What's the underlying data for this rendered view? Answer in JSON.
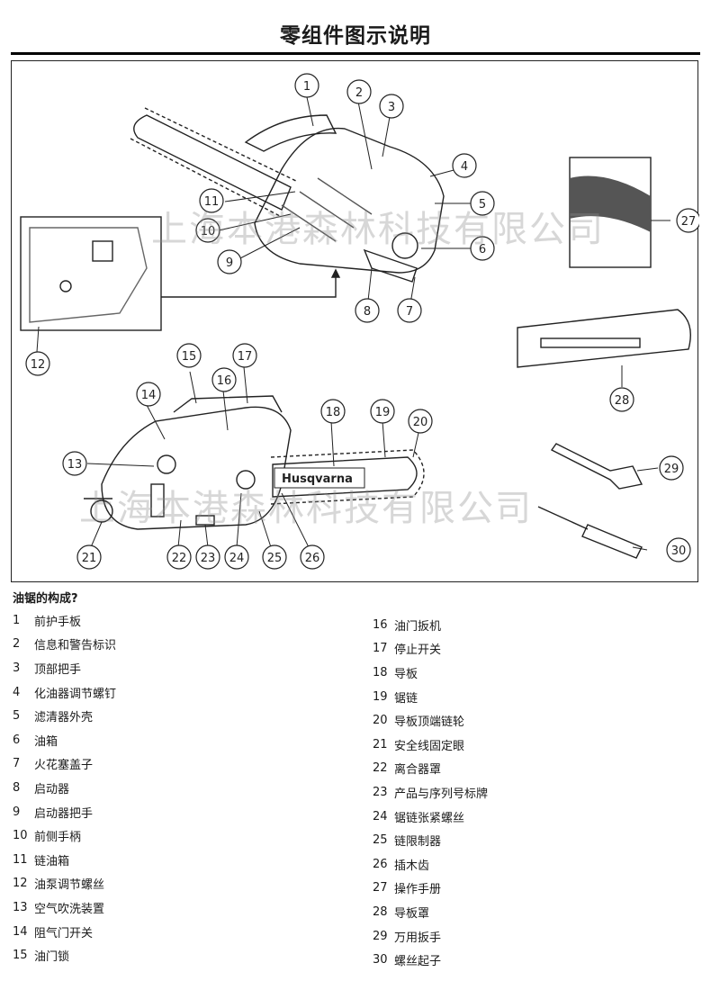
{
  "page": {
    "title": "零组件图示说明",
    "watermark": "上海本港森林科技有限公司"
  },
  "figure": {
    "callouts": [
      "1",
      "2",
      "3",
      "4",
      "5",
      "6",
      "7",
      "8",
      "9",
      "10",
      "11",
      "12",
      "13",
      "14",
      "15",
      "16",
      "17",
      "18",
      "19",
      "20",
      "21",
      "22",
      "23",
      "24",
      "25",
      "26",
      "27",
      "28",
      "29",
      "30"
    ],
    "brand_bar": "Husqvarna"
  },
  "parts": {
    "heading": "油锯的构成?",
    "left": [
      {
        "num": "1",
        "name": "前护手板"
      },
      {
        "num": "2",
        "name": "信息和警告标识"
      },
      {
        "num": "3",
        "name": "顶部把手"
      },
      {
        "num": "4",
        "name": "化油器调节螺钉"
      },
      {
        "num": "5",
        "name": "滤清器外壳"
      },
      {
        "num": "6",
        "name": "油箱"
      },
      {
        "num": "7",
        "name": "火花塞盖子"
      },
      {
        "num": "8",
        "name": "启动器"
      },
      {
        "num": "9",
        "name": "启动器把手"
      },
      {
        "num": "10",
        "name": "前侧手柄"
      },
      {
        "num": "11",
        "name": "链油箱"
      },
      {
        "num": "12",
        "name": "油泵调节螺丝"
      },
      {
        "num": "13",
        "name": "空气吹洗装置"
      },
      {
        "num": "14",
        "name": "阻气门开关"
      },
      {
        "num": "15",
        "name": "油门锁"
      }
    ],
    "right": [
      {
        "num": "16",
        "name": "油门扳机"
      },
      {
        "num": "17",
        "name": "停止开关"
      },
      {
        "num": "18",
        "name": "导板"
      },
      {
        "num": "19",
        "name": "锯链"
      },
      {
        "num": "20",
        "name": "导板顶端链轮"
      },
      {
        "num": "21",
        "name": "安全线固定眼"
      },
      {
        "num": "22",
        "name": "离合器罩"
      },
      {
        "num": "23",
        "name": "产品与序列号标牌"
      },
      {
        "num": "24",
        "name": "锯链张紧螺丝"
      },
      {
        "num": "25",
        "name": "链限制器"
      },
      {
        "num": "26",
        "name": "插木齿"
      },
      {
        "num": "27",
        "name": "操作手册"
      },
      {
        "num": "28",
        "name": "导板罩"
      },
      {
        "num": "29",
        "name": "万用扳手"
      },
      {
        "num": "30",
        "name": "螺丝起子"
      }
    ]
  }
}
